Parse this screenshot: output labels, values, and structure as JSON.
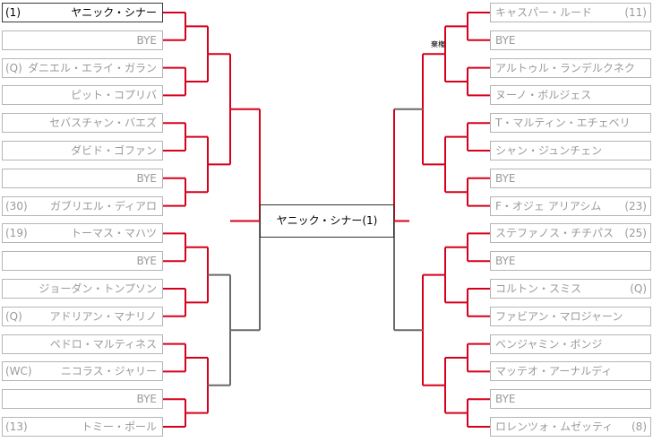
{
  "left_slots": [
    {
      "seed": "(1)",
      "name": "ヤニック・シナー",
      "winner": true
    },
    {
      "seed": "",
      "name": "BYE",
      "winner": false
    },
    {
      "seed": "(Q)",
      "name": "ダニエル・エライ・ガラン",
      "winner": false
    },
    {
      "seed": "",
      "name": "ピット・コプリバ",
      "winner": false
    },
    {
      "seed": "",
      "name": "セバスチャン・バエズ",
      "winner": false
    },
    {
      "seed": "",
      "name": "ダビド・ゴファン",
      "winner": false
    },
    {
      "seed": "",
      "name": "BYE",
      "winner": false
    },
    {
      "seed": "(30)",
      "name": "ガブリエル・ディアロ",
      "winner": false
    },
    {
      "seed": "(19)",
      "name": "トーマス・マハツ",
      "winner": false
    },
    {
      "seed": "",
      "name": "BYE",
      "winner": false
    },
    {
      "seed": "",
      "name": "ジョーダン・トンプソン",
      "winner": false
    },
    {
      "seed": "(Q)",
      "name": "アドリアン・マナリノ",
      "winner": false
    },
    {
      "seed": "",
      "name": "ペドロ・マルティネス",
      "winner": false
    },
    {
      "seed": "(WC)",
      "name": "ニコラス・ジャリー",
      "winner": false
    },
    {
      "seed": "",
      "name": "BYE",
      "winner": false
    },
    {
      "seed": "(13)",
      "name": "トミー・ポール",
      "winner": false
    }
  ],
  "right_slots": [
    {
      "seed": "(11)",
      "name": "キャスパー・ルード",
      "winner": false
    },
    {
      "seed": "",
      "name": "BYE",
      "winner": false
    },
    {
      "seed": "",
      "name": "アルトゥル・ランデルクネク",
      "winner": false
    },
    {
      "seed": "",
      "name": "ヌーノ・ボルジェス",
      "winner": false
    },
    {
      "seed": "",
      "name": "T・マルティン・エチェベリ",
      "winner": false
    },
    {
      "seed": "",
      "name": "シャン・ジュンチェン",
      "winner": false
    },
    {
      "seed": "",
      "name": "BYE",
      "winner": false
    },
    {
      "seed": "(23)",
      "name": "F・オジェ アリアシム",
      "winner": false
    },
    {
      "seed": "(25)",
      "name": "ステファノス・チチパス",
      "winner": false
    },
    {
      "seed": "",
      "name": "BYE",
      "winner": false
    },
    {
      "seed": "(Q)",
      "name": "コルトン・スミス",
      "winner": false
    },
    {
      "seed": "",
      "name": "ファビアン・マロジャーン",
      "winner": false
    },
    {
      "seed": "",
      "name": "ベンジャミン・ボンジ",
      "winner": false
    },
    {
      "seed": "",
      "name": "マッテオ・アーナルディ",
      "winner": false
    },
    {
      "seed": "",
      "name": "BYE",
      "winner": false
    },
    {
      "seed": "(8)",
      "name": "ロレンツォ・ムゼッティ",
      "winner": false
    }
  ],
  "champion": "ヤニック・シナー(1)",
  "note": "棄権",
  "colors": {
    "advance": "#d7001c",
    "line": "#6a6a6a",
    "border": "#b5b5b5"
  }
}
